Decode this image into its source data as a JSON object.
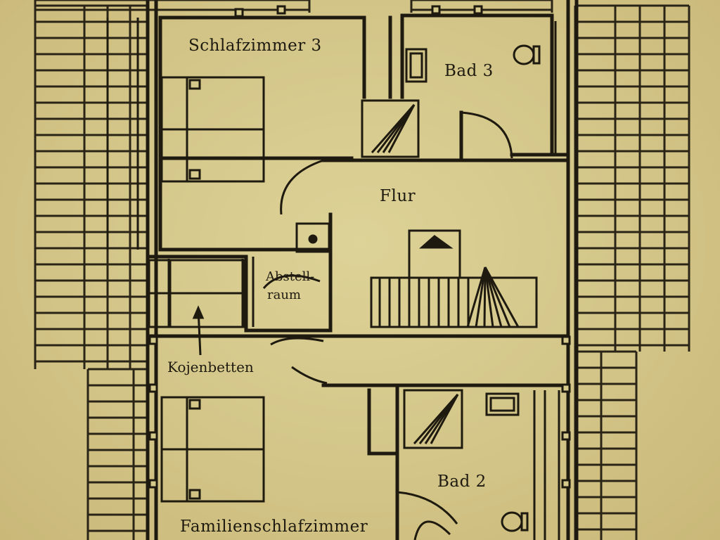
{
  "colors": {
    "paper": "#d6c98c",
    "ink": "#1e1a10"
  },
  "rooms": {
    "schlafzimmer3": "Schlafzimmer 3",
    "bad3": "Bad 3",
    "flur": "Flur",
    "abstell_line1": "Abstell-",
    "abstell_line2": "raum",
    "kojenbetten": "Kojenbetten",
    "bad2": "Bad 2",
    "familienschlafzimmer": "Familienschlafzimmer"
  },
  "icons": [
    "roof-slope-hatching",
    "bed-icon",
    "shower-icon",
    "toilet-icon",
    "washbasin-icon",
    "staircase-icon",
    "door-swing-icon"
  ]
}
